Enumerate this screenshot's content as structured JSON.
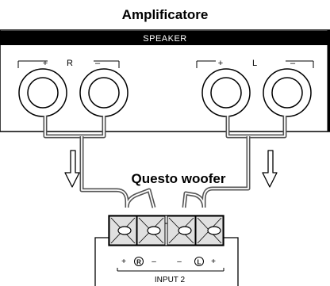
{
  "amplifier": {
    "title": "Amplificatore",
    "speaker_label": "SPEAKER",
    "right_channel": {
      "plus": "+",
      "letter": "R",
      "minus": "–"
    },
    "left_channel": {
      "plus": "+",
      "letter": "L",
      "minus": "–"
    }
  },
  "woofer": {
    "label": "Questo woofer",
    "input_label": "INPUT 2",
    "right_group": {
      "plus": "+",
      "letter": "R",
      "minus": "–"
    },
    "left_group": {
      "minus": "–",
      "letter": "L",
      "plus": "+"
    }
  },
  "colors": {
    "panel_bar": "#000000",
    "wire": "#555555",
    "line": "#000000",
    "terminal_fill": "#d9d9d9"
  }
}
